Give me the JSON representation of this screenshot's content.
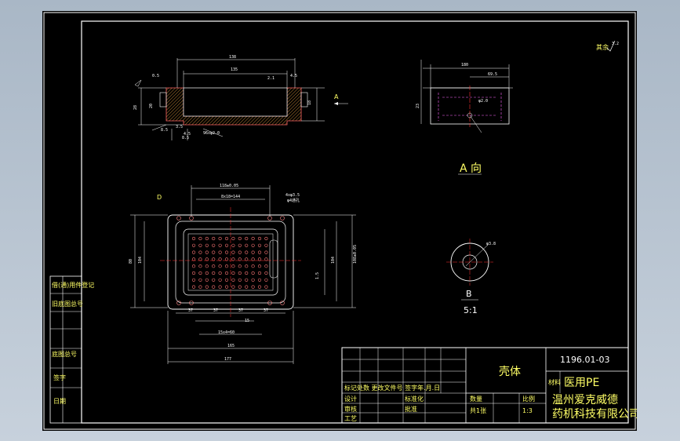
{
  "drawing": {
    "roughness": "其余",
    "roughness_value": "3.2",
    "view_a_label": "A 向",
    "arrow_label": "A",
    "detail_label": "B",
    "detail_scale": "5:1",
    "detail_hole": "φ3.8",
    "d_label": "D"
  },
  "dims": {
    "top_overall": "138",
    "top_inner": "135",
    "top_left_small": "0.5",
    "top_right_small": "4.5",
    "top_right_mid": "2.1",
    "top_height": "28",
    "top_h2": "20",
    "top_h3": "18",
    "top_bottom_a": "8.5",
    "top_bottom_b": "3.5",
    "top_bottom_c": "4.5",
    "top_bottom_d": "8.5",
    "top_thread": "96xφ2.0",
    "right_overall": "180",
    "right_mid": "69.5",
    "right_hole": "φ2.0",
    "right_h": "23",
    "plan_top": "118±0.05",
    "plan_top2": "8x18=144",
    "plan_note1": "4xφ3.5",
    "plan_note2": "φ4通孔",
    "plan_bottom1": "37",
    "plan_bottom2": "37",
    "plan_bottom3": "37",
    "plan_bottom4": "37",
    "plan_mid": "15",
    "plan_row": "15x4=60",
    "plan_w1": "165",
    "plan_w2": "177",
    "plan_left1": "80",
    "plan_left2": "104",
    "plan_right1": "1.5",
    "plan_right2": "104",
    "plan_right3": "108±0.05"
  },
  "title_block": {
    "part_name": "壳体",
    "drawing_no": "1196.01-03",
    "material_label": "材料",
    "material": "医用PE",
    "company_line1": "温州爱克威德",
    "company_line2": "药机科技有限公司",
    "rev_header": "标记处数  更改文件号 签字年.月.日",
    "design": "设计",
    "standardize": "标准化",
    "review": "审核",
    "approve": "批准",
    "process": "工艺",
    "quantity": "数量",
    "scale_label": "比例",
    "sheets": "共1张",
    "scale": "1:3"
  },
  "left_strip": {
    "items": [
      "借(通)用件登记",
      "旧底图总号",
      "底图总号",
      "签字",
      "日期"
    ]
  }
}
